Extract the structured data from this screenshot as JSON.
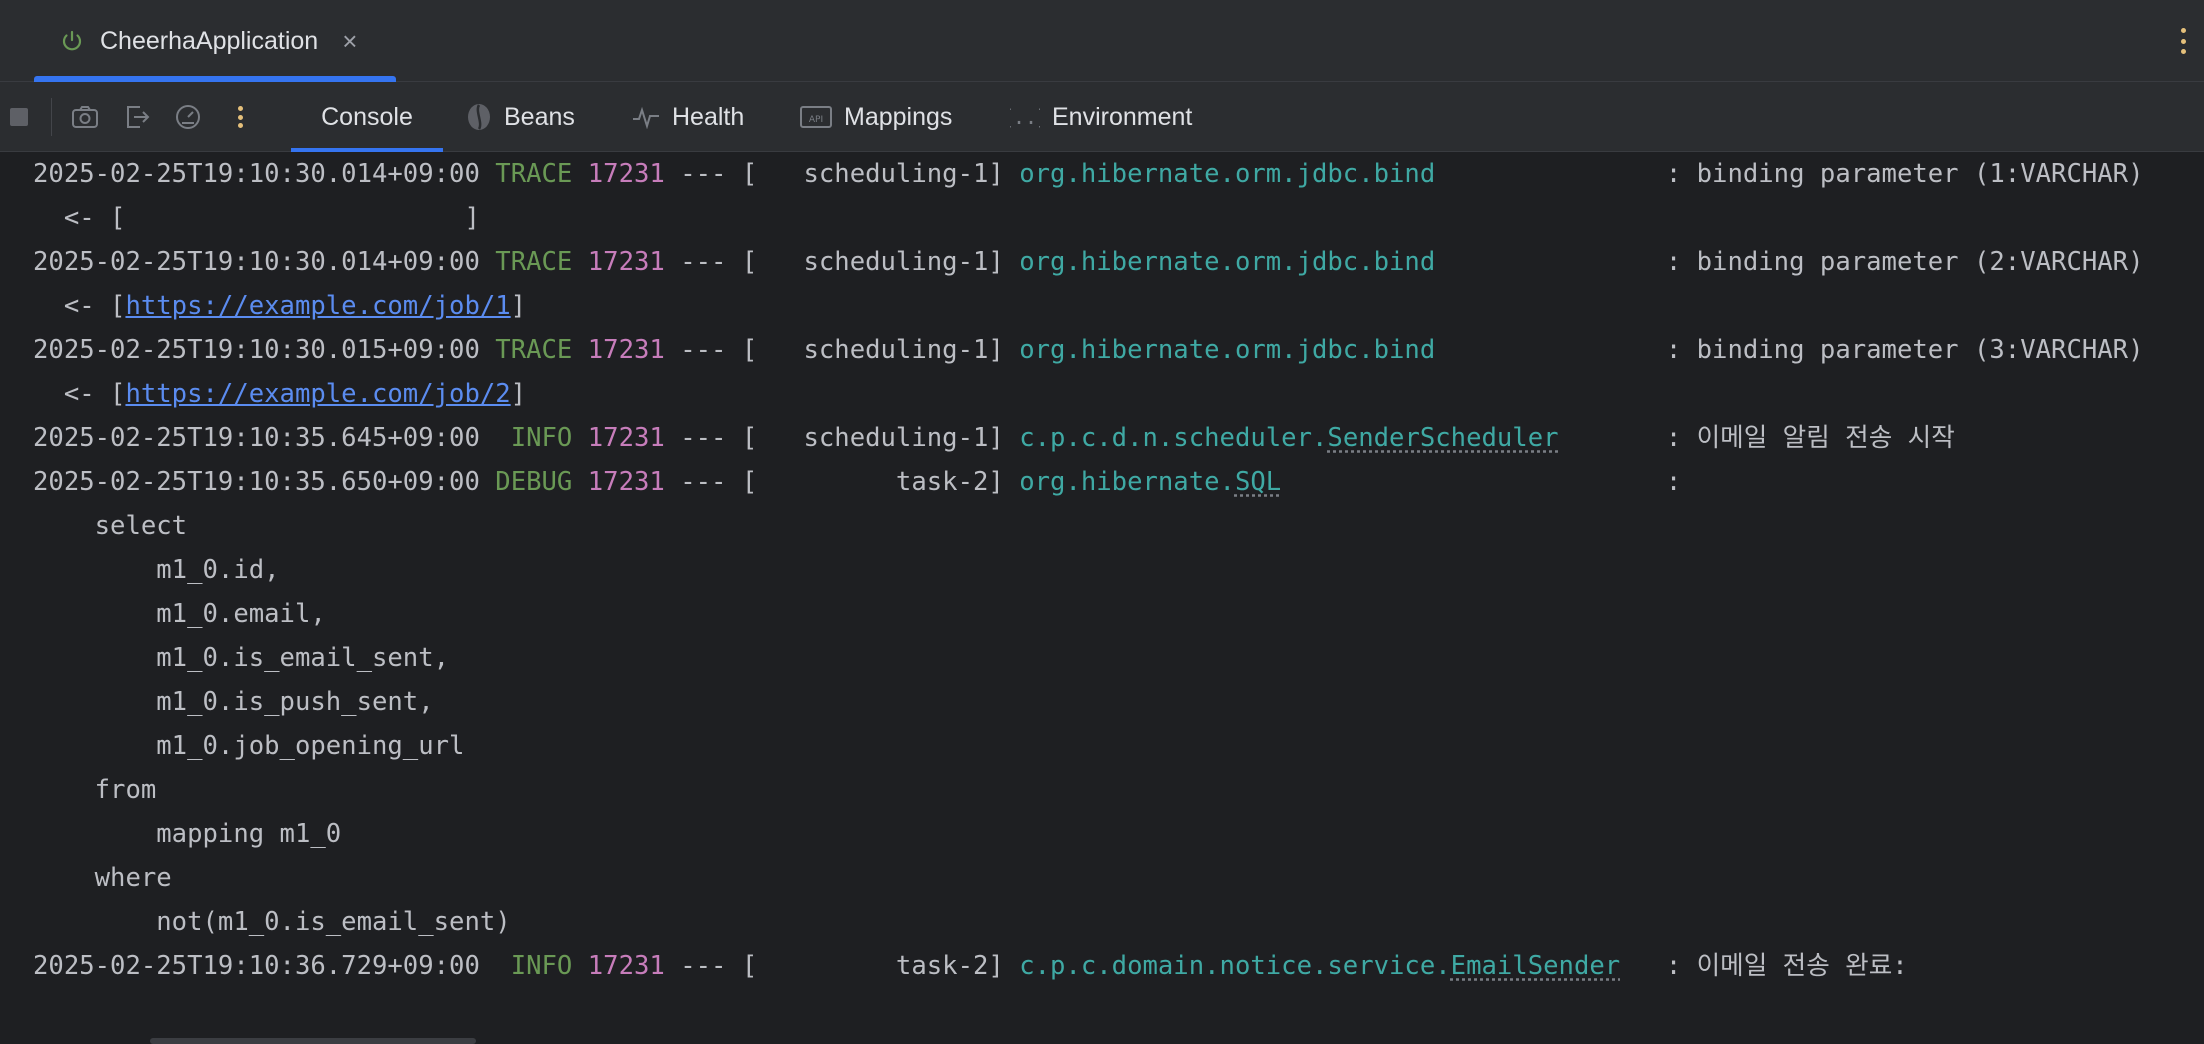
{
  "window": {
    "run_tab_title": "CheerhaApplication",
    "run_tab_close": "×"
  },
  "toolbar": {
    "icons": [
      "stop-icon",
      "camera-icon",
      "exit-icon",
      "gauge-icon",
      "more-icon"
    ],
    "tabs": [
      {
        "label": "Console",
        "icon": "console",
        "active": true
      },
      {
        "label": "Beans",
        "icon": "bean-icon",
        "active": false
      },
      {
        "label": "Health",
        "icon": "pulse-icon",
        "active": false
      },
      {
        "label": "Mappings",
        "icon": "api-icon",
        "active": false
      },
      {
        "label": "Environment",
        "icon": "braces-icon",
        "active": false
      }
    ]
  },
  "console": {
    "lines": [
      {
        "ts": "2025-02-25T19:10:30.014+09:00",
        "level": "TRACE",
        "pid": "17231",
        "sep": " --- [",
        "thread": "   scheduling-1]",
        "logger": "org.hibernate.orm.jdbc.bind",
        "msg": "  : binding parameter (1:VARCHAR)"
      },
      {
        "cont": "  <- [                      ]"
      },
      {
        "ts": "2025-02-25T19:10:30.014+09:00",
        "level": "TRACE",
        "pid": "17231",
        "sep": " --- [",
        "thread": "   scheduling-1]",
        "logger": "org.hibernate.orm.jdbc.bind",
        "msg": "  : binding parameter (2:VARCHAR)"
      },
      {
        "cont_prefix": "  <- [",
        "link": "https://example.com/job/1",
        "cont_suffix": "]"
      },
      {
        "ts": "2025-02-25T19:10:30.015+09:00",
        "level": "TRACE",
        "pid": "17231",
        "sep": " --- [",
        "thread": "   scheduling-1]",
        "logger": "org.hibernate.orm.jdbc.bind",
        "msg": "  : binding parameter (3:VARCHAR)"
      },
      {
        "cont_prefix": "  <- [",
        "link": "https://example.com/job/2",
        "cont_suffix": "]"
      },
      {
        "ts": "2025-02-25T19:10:35.645+09:00",
        "level": " INFO",
        "pid": "17231",
        "sep": " --- [",
        "thread": "   scheduling-1]",
        "logger_pre": "c.p.c.d.n.scheduler.",
        "logger_dotted": "SenderScheduler",
        "msg": "  : 이메일 알림 전송 시작"
      },
      {
        "ts": "2025-02-25T19:10:35.650+09:00",
        "level": "DEBUG",
        "pid": "17231",
        "sep": " --- [",
        "thread": "         task-2]",
        "logger_pre": "org.hibernate.",
        "logger_dotted": "SQL",
        "msg": "  :"
      },
      {
        "cont": "    select"
      },
      {
        "cont": "        m1_0.id,"
      },
      {
        "cont": "        m1_0.email,"
      },
      {
        "cont": "        m1_0.is_email_sent,"
      },
      {
        "cont": "        m1_0.is_push_sent,"
      },
      {
        "cont": "        m1_0.job_opening_url"
      },
      {
        "cont": "    from"
      },
      {
        "cont": "        mapping m1_0"
      },
      {
        "cont": "    where"
      },
      {
        "cont": "        not(m1_0.is_email_sent)"
      },
      {
        "ts": "2025-02-25T19:10:36.729+09:00",
        "level": " INFO",
        "pid": "17231",
        "sep": " --- [",
        "thread": "         task-2]",
        "logger_pre": "c.p.c.domain.notice.service.",
        "logger_dotted": "EmailSender",
        "msg": "  : 이메일 전송 완료:"
      }
    ]
  }
}
